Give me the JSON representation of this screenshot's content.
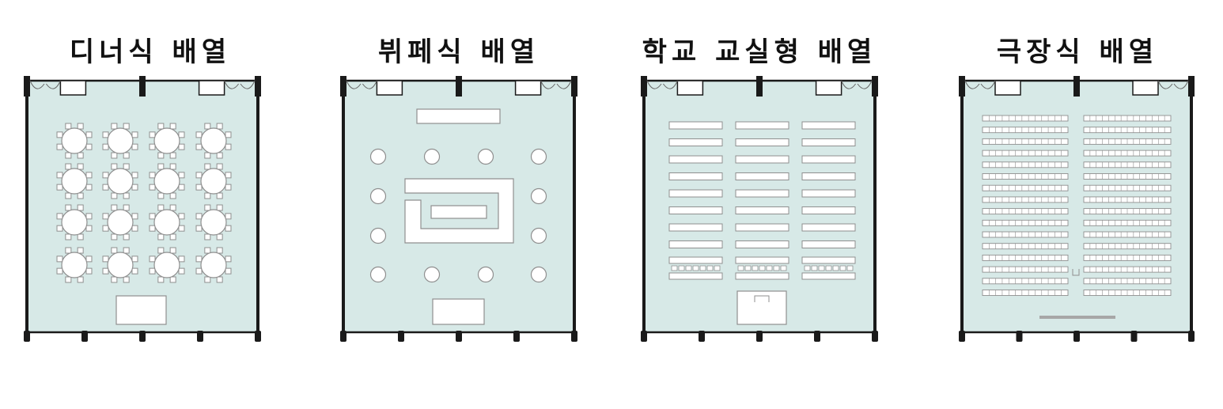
{
  "colors": {
    "floor": "#d7e9e7",
    "wall": "#1a1a1a",
    "furniture_stroke": "#8f8f8f",
    "furniture_fill": "#ffffff"
  },
  "layouts": [
    {
      "id": "dinner",
      "title": "디너식 배열"
    },
    {
      "id": "buffet",
      "title": "뷔페식 배열"
    },
    {
      "id": "classroom",
      "title": "학교 교실형 배열"
    },
    {
      "id": "theater",
      "title": "극장식 배열"
    }
  ]
}
